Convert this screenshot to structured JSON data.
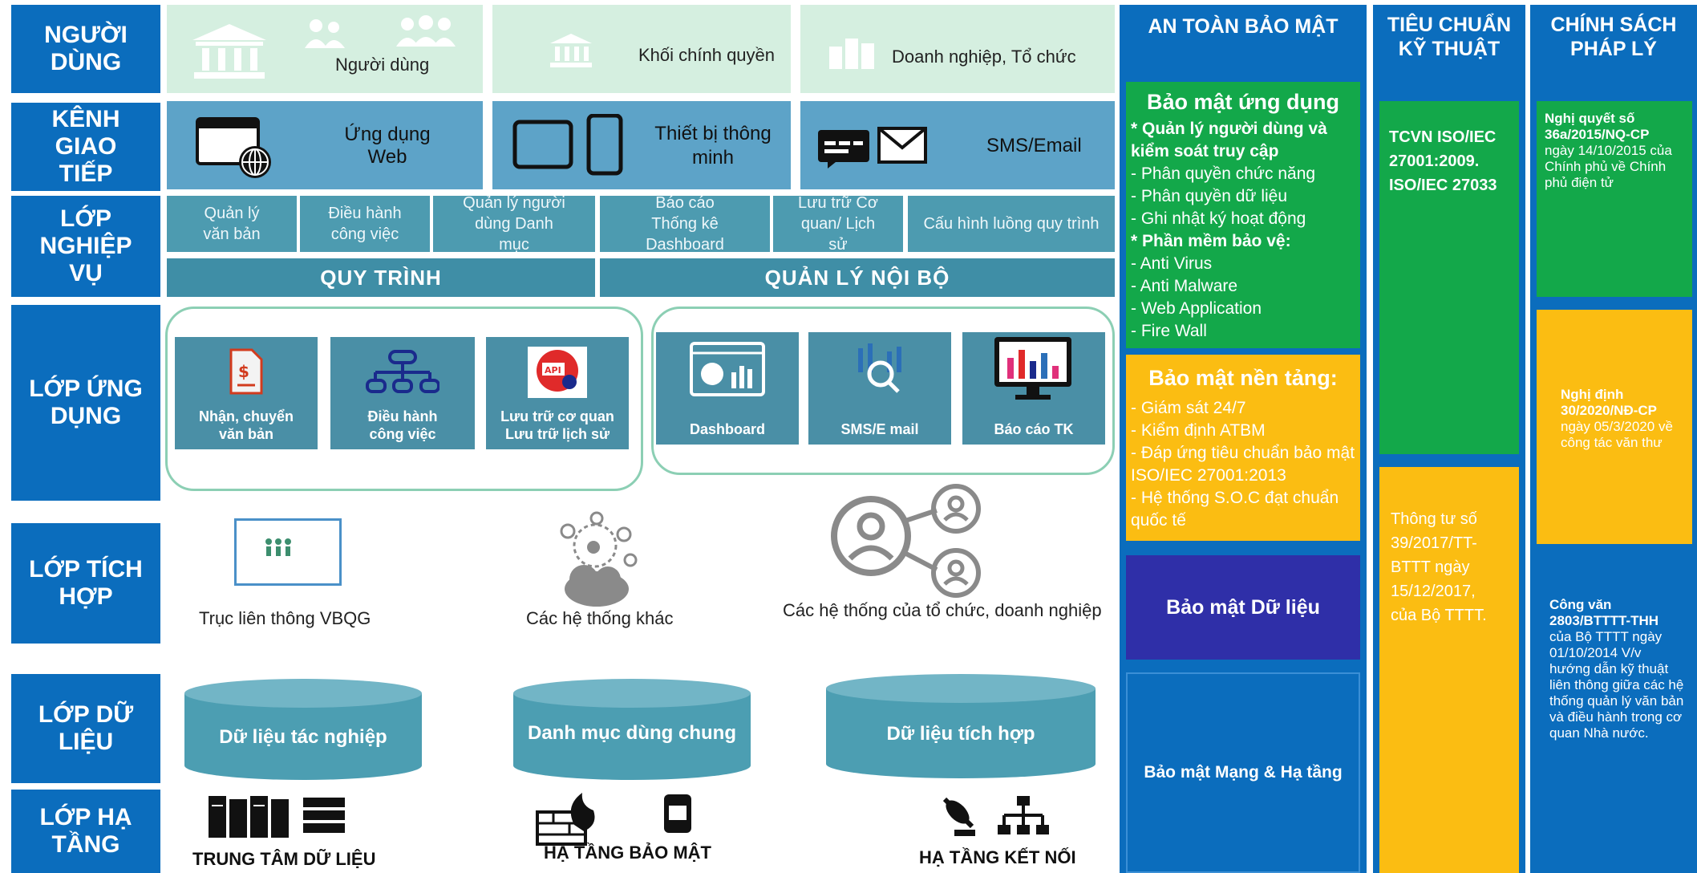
{
  "layers": {
    "nguoi_dung": "NGƯỜI DÙNG",
    "kenh_giao_tiep": "KÊNH GIAO TIẾP",
    "lop_nghiep_vu": "LỚP NGHIỆP VỤ",
    "lop_ung_dung": "LỚP ỨNG DỤNG",
    "lop_tich_hop": "LỚP TÍCH HỢP",
    "lop_du_lieu": "LỚP DỮ LIỆU",
    "lop_ha_tang": "LỚP HẠ TẦNG"
  },
  "users": [
    "Người dùng",
    "Khối chính quyền",
    "Doanh nghiệp, Tổ chức"
  ],
  "channels": [
    "Ứng dụng Web",
    "Thiết bị thông minh",
    "SMS/Email"
  ],
  "business": {
    "items": [
      "Quản lý văn bản",
      "Điều hành công việc",
      "Quản lý người dùng Danh mục",
      "Báo cáo Thống kê Dashboard",
      "Lưu trữ Cơ quan/ Lịch sử",
      "Cấu hình luồng quy trình"
    ],
    "bar_left": "QUY TRÌNH",
    "bar_right": "QUẢN LÝ NỘI BỘ"
  },
  "apps": {
    "group1": [
      "Nhận, chuyển văn bản",
      "Điều hành công việc",
      "Lưu trữ cơ quan Lưu trữ lịch sử"
    ],
    "group2": [
      "Dashboard",
      "SMS/E mail",
      "Báo cáo TK"
    ],
    "api_badge": "API"
  },
  "integration": [
    "Trục liên thông VBQG",
    "Các hệ thống khác",
    "Các hệ thống của tổ chức, doanh nghiệp"
  ],
  "data_stores": [
    "Dữ liệu tác nghiệp",
    "Danh mục dùng chung",
    "Dữ liệu tích hợp"
  ],
  "infra": [
    "TRUNG TÂM DỮ LIỆU",
    "HẠ TẦNG BẢO MẬT",
    "HẠ TẦNG KẾT NỐI"
  ],
  "security": {
    "title": "AN TOÀN BẢO MẬT",
    "app": {
      "title": "Bảo mật ứng dụng",
      "lines": [
        "* Quản lý người dùng và kiểm soát truy cập",
        "- Phân quyền chức năng",
        "- Phân quyền dữ liệu",
        "- Ghi nhật ký hoạt động",
        "* Phần mềm bảo vệ:",
        "- Anti Virus",
        "- Anti Malware",
        "- Web Application",
        "- Fire Wall"
      ]
    },
    "platform": {
      "title": "Bảo mật nền tảng:",
      "lines": [
        "- Giám sát 24/7",
        "- Kiểm định ATBM",
        "- Đáp ứng tiêu chuẩn bảo mật ISO/IEC 27001:2013",
        "- Hệ thống S.O.C đạt chuẩn quốc tế"
      ]
    },
    "data": "Bảo mật Dữ liệu",
    "network": "Bảo mật Mạng & Hạ tầng"
  },
  "standards": {
    "title": "TIÊU CHUẨN KỸ THUẬT",
    "green": "TCVN ISO/IEC 27001:2009. ISO/IEC 27033",
    "yellow": "Thông tư số 39/2017/TT-BTTT ngày 15/12/2017, của Bộ TTTT."
  },
  "legal": {
    "title": "CHÍNH SÁCH PHÁP LÝ",
    "green_bold": "Nghị quyết số 36a/2015/NQ-CP",
    "green_text": "ngày 14/10/2015 của Chính phủ về Chính phủ điện tử",
    "yellow_bold": "Nghị định 30/2020/NĐ-CP",
    "yellow_text": "ngày 05/3/2020 về công tác văn thư",
    "blue_bold": "Công văn 2803/BTTTT-THH",
    "blue_text": "của Bộ TTTT ngày 01/10/2014 V/v hướng dẫn kỹ thuật liên thông giữa các hệ thống quản lý văn bản và điều hành trong cơ quan Nhà nước."
  }
}
